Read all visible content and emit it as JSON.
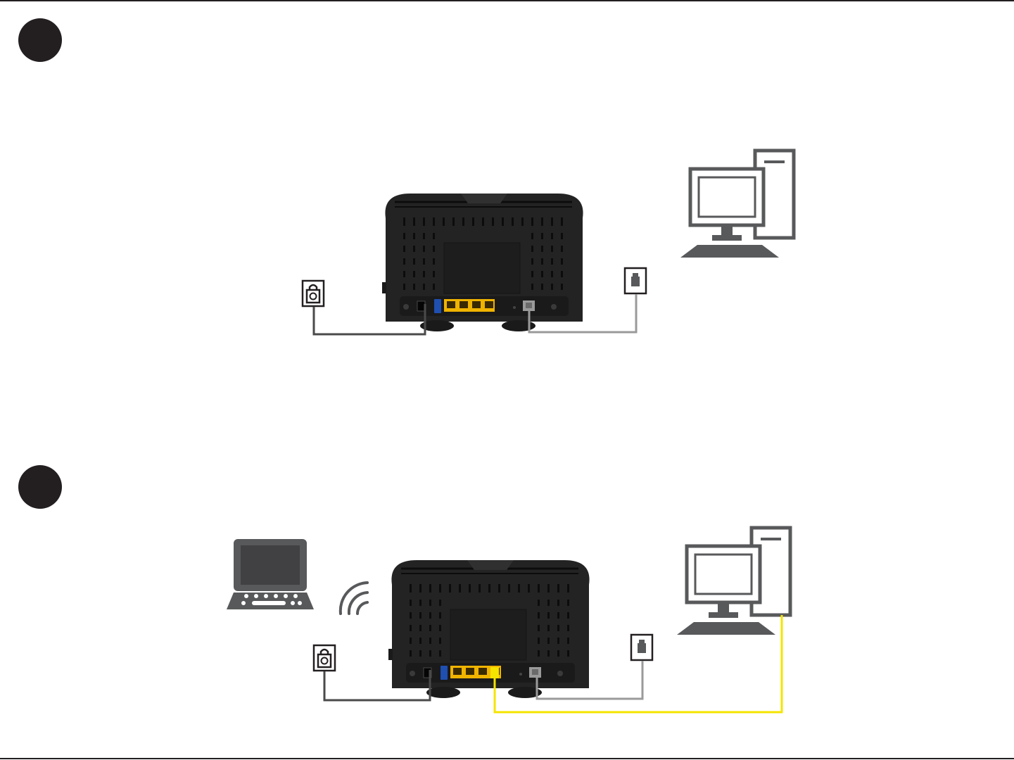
{
  "colors": {
    "router_body": "#232323",
    "router_vent": "#0c0c0c",
    "lan_ports": "#f0b400",
    "usb_port": "#1f4fb0",
    "power_cable": "#4a4a4a",
    "dsl_cable": "#9a9a9a",
    "ethernet_cable": "#f5e400",
    "device_icon": "#58595b",
    "badge": "#231f20"
  },
  "steps": [
    {
      "devices": [
        "power-outlet-icon",
        "router-rear",
        "phone-jack-icon",
        "desktop-computer-icon"
      ],
      "connections": [
        "power-cable",
        "dsl-cable"
      ]
    },
    {
      "devices": [
        "laptop-icon",
        "wifi-signal-icon",
        "power-outlet-icon",
        "router-rear",
        "phone-jack-icon",
        "desktop-computer-icon"
      ],
      "connections": [
        "power-cable",
        "dsl-cable",
        "ethernet-cable"
      ]
    }
  ]
}
